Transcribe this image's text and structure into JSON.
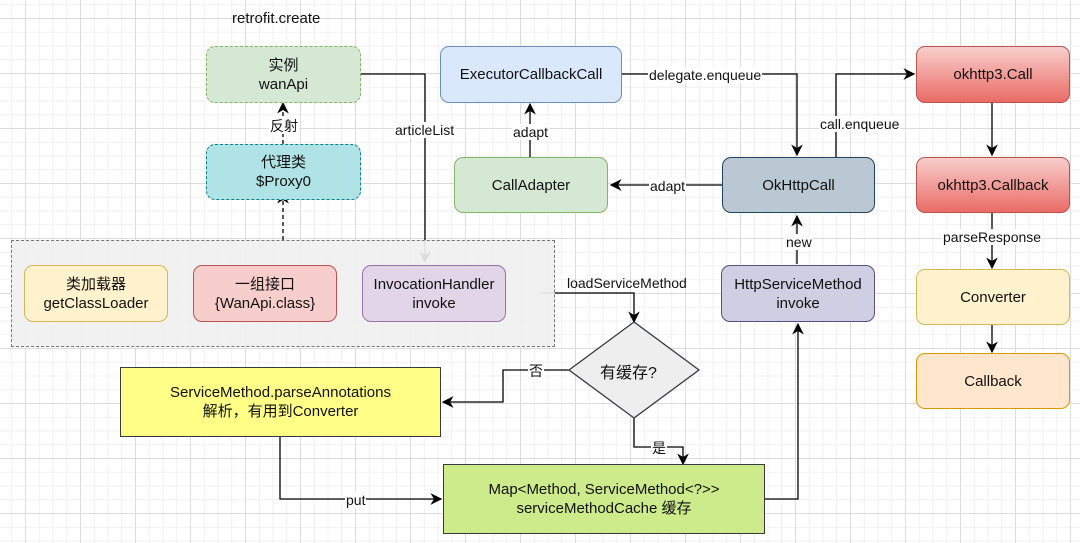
{
  "title": "retrofit.create",
  "nodes": {
    "instance": {
      "line1": "实例",
      "line2": "wanApi"
    },
    "proxy": {
      "line1": "代理类",
      "line2": "$Proxy0"
    },
    "class_loader": {
      "line1": "类加载器",
      "line2": "getClassLoader"
    },
    "interfaces": {
      "line1": "一组接口",
      "line2": "{WanApi.class}"
    },
    "invocation_handler": {
      "line1": "InvocationHandler",
      "line2": "invoke"
    },
    "executor_callback_call": {
      "line1": "ExecutorCallbackCall"
    },
    "call_adapter": {
      "line1": "CallAdapter"
    },
    "okhttp_call": {
      "line1": "OkHttpCall"
    },
    "http_service_method": {
      "line1": "HttpServiceMethod",
      "line2": "invoke"
    },
    "okhttp3_call": {
      "line1": "okhttp3.Call"
    },
    "okhttp3_callback": {
      "line1": "okhttp3.Callback"
    },
    "converter": {
      "line1": "Converter"
    },
    "callback": {
      "line1": "Callback"
    },
    "has_cache_decision": {
      "line1": "有缓存?"
    },
    "parse_annotations": {
      "line1": "ServiceMethod.parseAnnotations",
      "line2": "解析，有用到Converter"
    },
    "service_method_cache": {
      "line1": "Map<Method, ServiceMethod<?>>",
      "line2": "serviceMethodCache  缓存"
    }
  },
  "edge_labels": {
    "reflection": "反射",
    "article_list": "articleList",
    "delegate_enqueue": "delegate.enqueue",
    "adapt_up": "adapt",
    "adapt_left": "adapt",
    "call_enqueue": "call.enqueue",
    "new": "new",
    "parse_response": "parseResponse",
    "load_service_method": "loadServiceMethod",
    "no": "否",
    "yes": "是",
    "put": "put"
  },
  "colors": {
    "instance_fill": "#d5e8d4",
    "instance_stroke": "#82b366",
    "proxy_fill": "#b0e3e6",
    "proxy_stroke": "#0e8088",
    "loader_fill": "#fff2cc",
    "loader_stroke": "#d6b656",
    "interfaces_fill": "#f8cecc",
    "interfaces_stroke": "#b85450",
    "handler_fill": "#e1d5e7",
    "handler_stroke": "#9673a6",
    "executor_fill": "#dae8fc",
    "executor_stroke": "#6c8ebf",
    "adapter_fill": "#d5e8d4",
    "adapter_stroke": "#82b366",
    "okhttpcall_fill": "#bac8d3",
    "okhttpcall_stroke": "#23445d",
    "httpservice_fill": "#d0cee2",
    "httpservice_stroke": "#56517e",
    "okhttp3_fill": "#f19c99",
    "okhttp3_stroke": "#b85450",
    "converter_fill": "#fff2cc",
    "converter_stroke": "#d6b656",
    "callback_fill": "#ffe6cc",
    "callback_stroke": "#d79b00",
    "decision_fill": "#eeeeee",
    "decision_stroke": "#36393d",
    "parse_fill": "#ffff88",
    "parse_stroke": "#36393d",
    "cache_fill": "#cdeb8b",
    "cache_stroke": "#36393d"
  }
}
